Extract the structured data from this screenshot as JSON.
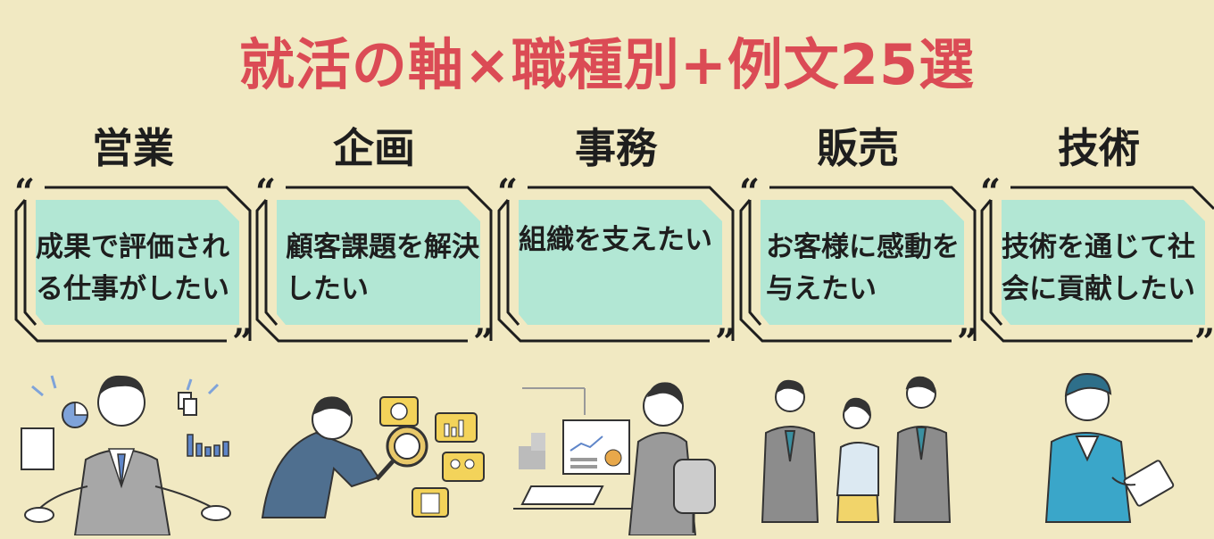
{
  "title": "就活の軸×職種別+例文25選",
  "columns": [
    {
      "heading": "営業",
      "text": "成果で評価される仕事がしたい",
      "illustration": "salesperson-presenting-illustration"
    },
    {
      "heading": "企画",
      "text": "顧客課題を解決したい",
      "illustration": "planner-magnifying-glass-illustration"
    },
    {
      "heading": "事務",
      "text": "組織を支えたい",
      "illustration": "office-worker-computer-illustration"
    },
    {
      "heading": "販売",
      "text": "お客様に感動を与えたい",
      "illustration": "retail-staff-group-illustration"
    },
    {
      "heading": "技術",
      "text": "技術を通じて社会に貢献したい",
      "illustration": "engineer-clipboard-illustration"
    }
  ],
  "quote_open": "“",
  "quote_close": "”",
  "colors": {
    "background": "#f1e9c2",
    "title": "#db4b55",
    "card": "#b2e7d4",
    "ink": "#1e1e1e"
  }
}
